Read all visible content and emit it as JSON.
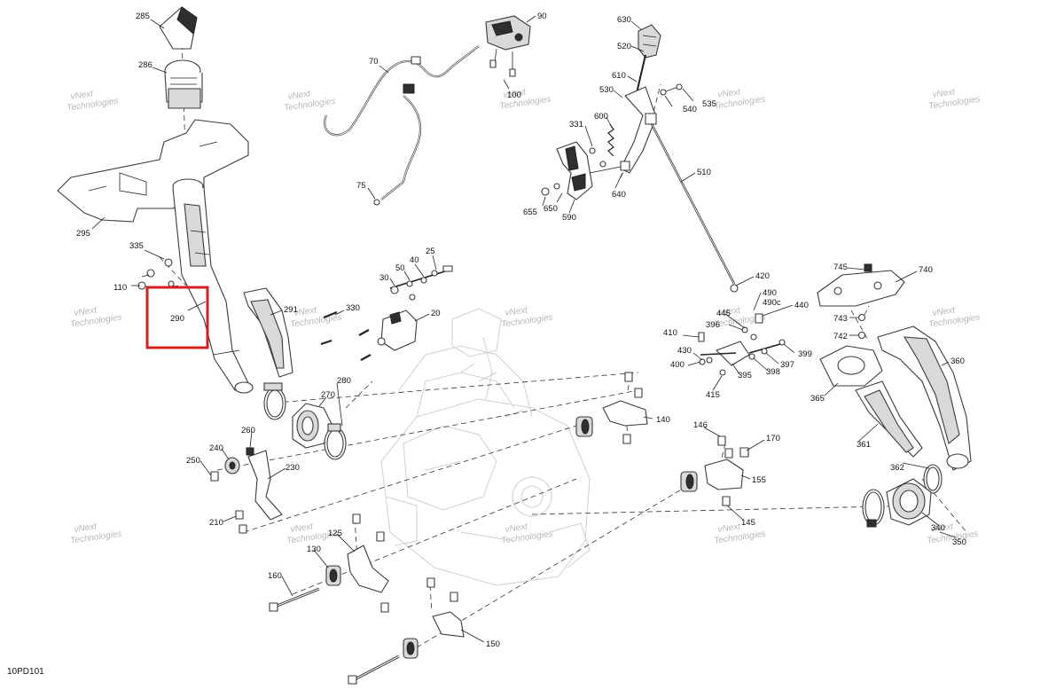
{
  "diagram_code": "10PD101",
  "watermark": {
    "line1": "vNext",
    "line2": "Technologies"
  },
  "highlight_callout": "290",
  "callouts": {
    "c285": "285",
    "c286": "286",
    "c295": "295",
    "c335": "335",
    "c110": "110",
    "c290": "290",
    "c291": "291",
    "c70": "70",
    "c75": "75",
    "c90": "90",
    "c100": "100",
    "c330": "330",
    "c20": "20",
    "c30": "30",
    "c50": "50",
    "c40": "40",
    "c25": "25",
    "c630": "630",
    "c520": "520",
    "c610": "610",
    "c530": "530",
    "c540": "540",
    "c535": "535",
    "c331": "331",
    "c600": "600",
    "c510": "510",
    "c655": "655",
    "c650": "650",
    "c590": "590",
    "c640": "640",
    "c745": "745",
    "c740": "740",
    "c743": "743",
    "c742": "742",
    "c360": "360",
    "c365": "365",
    "c361": "361",
    "c362": "362",
    "c340": "340",
    "c350": "350",
    "c420": "420",
    "c490": "490",
    "c490c": "490c",
    "c440": "440",
    "c445": "445",
    "c396": "396",
    "c410": "410",
    "c430": "430",
    "c400": "400",
    "c397": "397",
    "c398": "398",
    "c395": "395",
    "c399": "399",
    "c415": "415",
    "c140": "140",
    "c146": "146",
    "c170": "170",
    "c155": "155",
    "c145": "145",
    "c280": "280",
    "c270": "270",
    "c260": "260",
    "c240": "240",
    "c250": "250",
    "c230": "230",
    "c210": "210",
    "c125": "125",
    "c130": "130",
    "c160": "160",
    "c150": "150"
  }
}
